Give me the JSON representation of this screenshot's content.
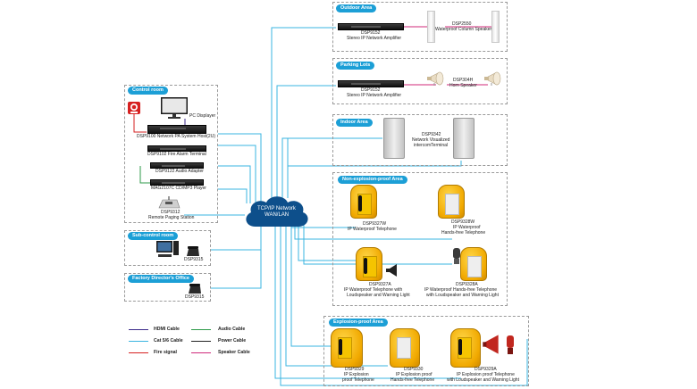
{
  "cloud": {
    "line1": "TCP/IP Network",
    "line2": "WAN/LAN"
  },
  "zones": {
    "outdoor": {
      "title": "Outdoor Area",
      "amp_model": "DSP9152",
      "amp_desc": "Stereo IP Network Amplifier",
      "speaker_model": "DSP2550",
      "speaker_desc": "Waterproof Column Speaker"
    },
    "parking": {
      "title": "Parking Lots",
      "amp_model": "DSP9152",
      "amp_desc": "Stereo IP Network Amplifier",
      "speaker_model": "DSP304H",
      "speaker_desc": "Horn Speaker"
    },
    "indoor": {
      "title": "Indoor Area",
      "model": "DSP9342",
      "desc1": "Network Visualized",
      "desc2": "intercomTerminal"
    },
    "nonexplosion": {
      "title": "Non-explosion-proof  Area",
      "items": [
        {
          "model": "DSP9327W",
          "desc1": "IP Waterproof Telephone",
          "desc2": ""
        },
        {
          "model": "DSP9328W",
          "desc1": "IP Waterproof",
          "desc2": "Hands-free Telephone"
        },
        {
          "model": "DSP9327A",
          "desc1": "IP Waterproof Telephone with",
          "desc2": "Loudspeaker and Warning Light"
        },
        {
          "model": "DSP9328A",
          "desc1": "IP Waterproof Hands-free Telephone",
          "desc2": "with Loudspeaker and Warning Light"
        }
      ]
    },
    "explosion": {
      "title": "Explosion-proof  Area",
      "items": [
        {
          "model": "DSP9329",
          "desc1": "IP Explosion",
          "desc2": "proof Telephone"
        },
        {
          "model": "DSP9330",
          "desc1": "IP Explosion proof",
          "desc2": "Hands-free Telephone"
        },
        {
          "model": "DSP9329A",
          "desc1": "IP Explosion proof Telephone",
          "desc2": "with Loudspeaker and Warning Light"
        }
      ]
    },
    "control": {
      "title": "Control room",
      "pc": "PC Displayer",
      "host": "DSP9100 Network PA System Host(2U)",
      "fire": "DSP9102 Fire Alarm Terminal",
      "audio": "DSP9122 Audio Adapter",
      "cd": "MAG2107C CD/MP3 Player",
      "station_model": "DSP9312",
      "station_desc": "Remote Paging Station"
    },
    "subcontrol": {
      "title": "Sub-control room",
      "phone": "DSP9315"
    },
    "director": {
      "title": "Factory Director's Office",
      "phone": "DSP9315"
    }
  },
  "legend": [
    {
      "label": "HDMI Cable",
      "color": "#3b2a8a"
    },
    {
      "label": "Audio Cable",
      "color": "#2e9a48"
    },
    {
      "label": "Cat 5/6 Cable",
      "color": "#3ab4e0"
    },
    {
      "label": "Power Cable",
      "color": "#222222"
    },
    {
      "label": "Fire signal",
      "color": "#d62020"
    },
    {
      "label": "Speaker Cable",
      "color": "#d02a7a"
    }
  ],
  "colors": {
    "zone_title": "#1c9fd6",
    "cloud": "#0d4f8b",
    "network": "#3ab4e0"
  }
}
